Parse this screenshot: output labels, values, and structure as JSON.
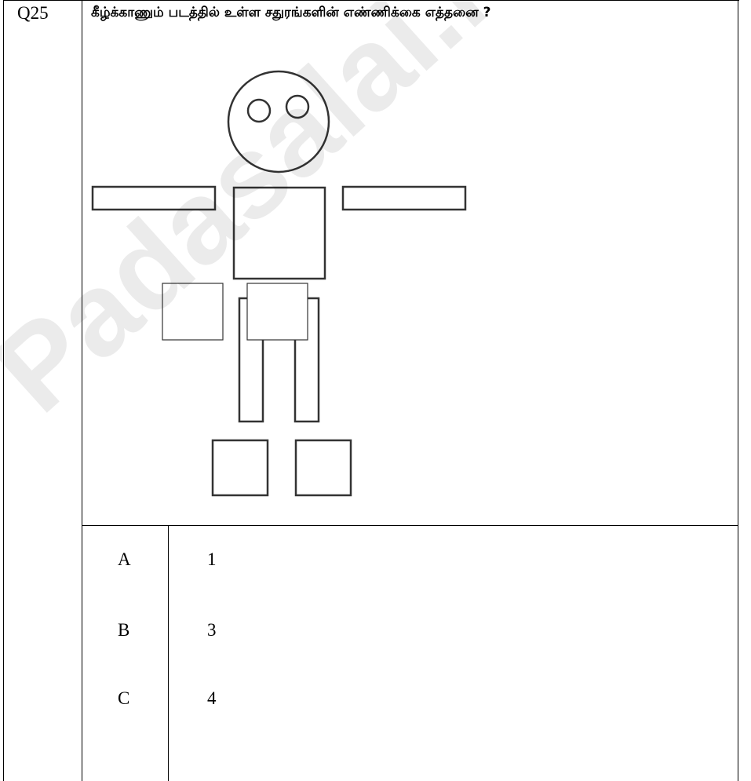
{
  "question": {
    "number": "Q25",
    "text": "கீழ்க்காணும் படத்தில் உள்ள சதுரங்களின் எண்ணிக்கை எத்தனை ?"
  },
  "options": [
    {
      "letter": "A",
      "value": "1"
    },
    {
      "letter": "B",
      "value": "3"
    },
    {
      "letter": "C",
      "value": "4"
    }
  ],
  "watermark": "Padasalai.Net"
}
